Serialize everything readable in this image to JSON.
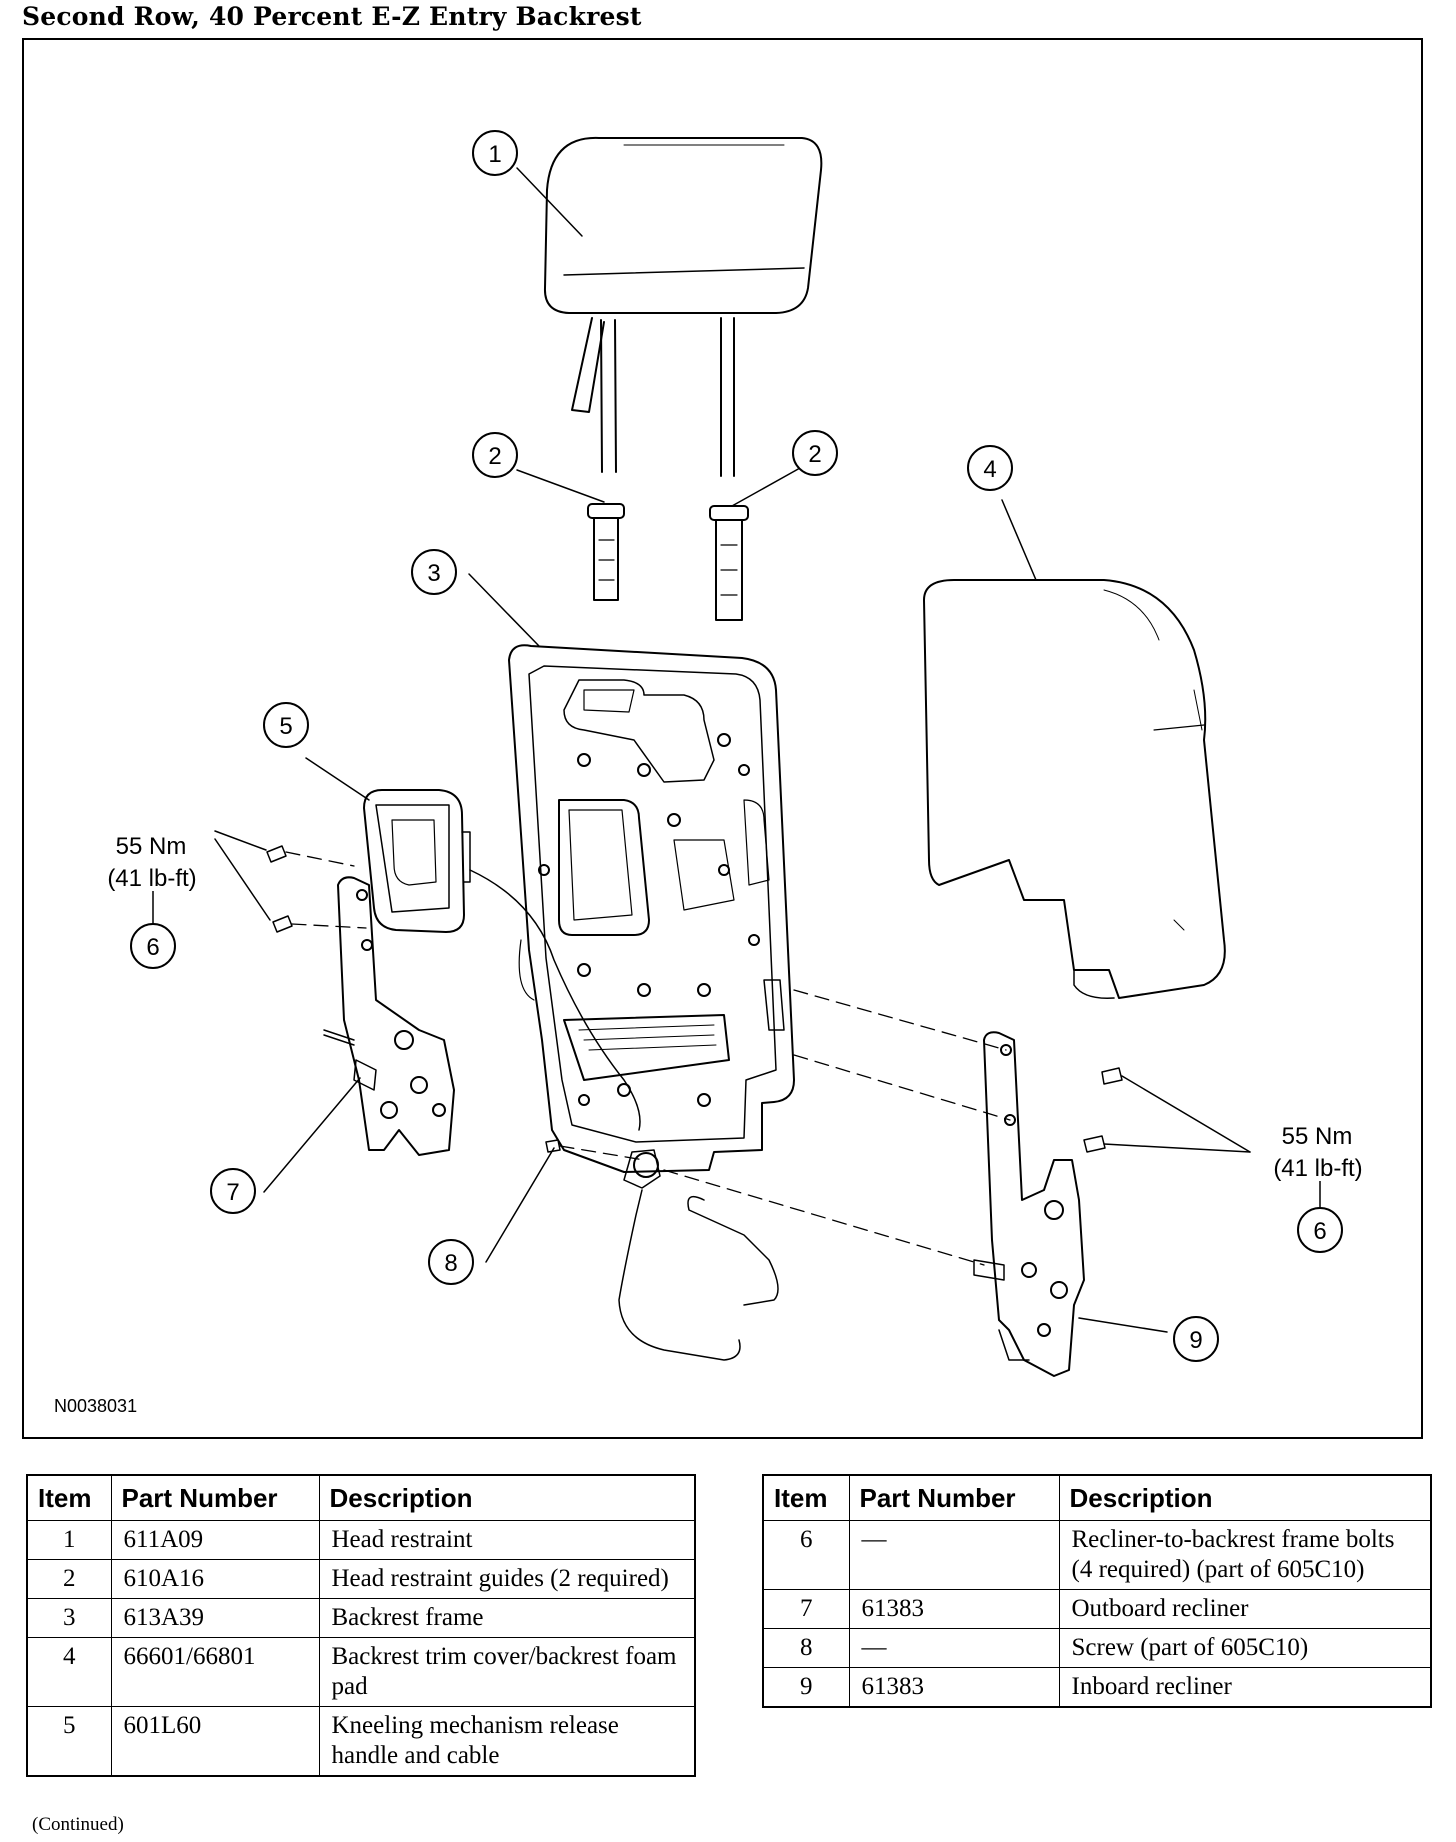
{
  "page_title": "Second Row, 40 Percent E-Z Entry Backrest",
  "figure": {
    "figure_id": "N0038031",
    "callouts": [
      "1",
      "2",
      "2",
      "3",
      "4",
      "5",
      "6",
      "6",
      "7",
      "8",
      "9"
    ],
    "torque_left": {
      "nm": "55 Nm",
      "lbft": "(41 lb-ft)"
    },
    "torque_right": {
      "nm": "55 Nm",
      "lbft": "(41 lb-ft)"
    }
  },
  "table_left": {
    "headers": {
      "item": "Item",
      "part_number": "Part Number",
      "description": "Description"
    },
    "rows": [
      {
        "item": "1",
        "part_number": "611A09",
        "description": "Head restraint"
      },
      {
        "item": "2",
        "part_number": "610A16",
        "description": "Head restraint guides (2 required)"
      },
      {
        "item": "3",
        "part_number": "613A39",
        "description": "Backrest frame"
      },
      {
        "item": "4",
        "part_number": "66601/66801",
        "description": "Backrest trim cover/backrest foam pad"
      },
      {
        "item": "5",
        "part_number": "601L60",
        "description": "Kneeling mechanism release handle and cable"
      }
    ]
  },
  "table_right": {
    "headers": {
      "item": "Item",
      "part_number": "Part Number",
      "description": "Description"
    },
    "rows": [
      {
        "item": "6",
        "part_number": "—",
        "description": "Recliner-to-backrest frame bolts (4 required) (part of 605C10)"
      },
      {
        "item": "7",
        "part_number": "61383",
        "description": "Outboard recliner"
      },
      {
        "item": "8",
        "part_number": "—",
        "description": "Screw (part of 605C10)"
      },
      {
        "item": "9",
        "part_number": "61383",
        "description": "Inboard recliner"
      }
    ]
  },
  "continued_note": "(Continued)"
}
